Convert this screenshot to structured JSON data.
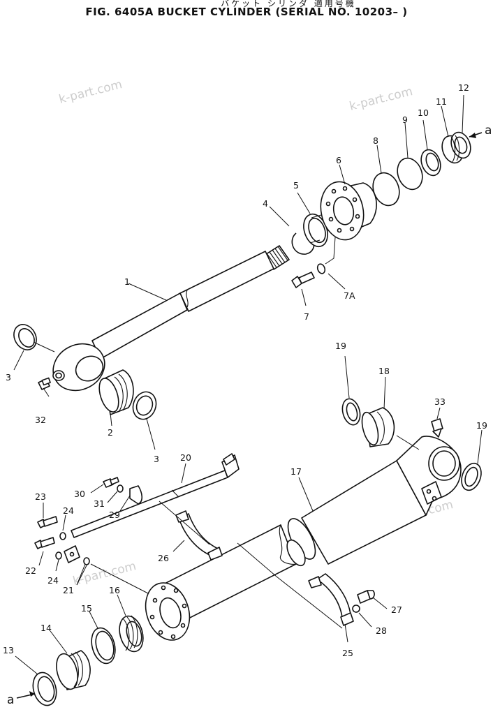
{
  "title_jp": "バケット シリンダ 適用号機",
  "title_en": "FIG. 6405A   BUCKET CYLINDER  (SERIAL  NO. 10203– )",
  "watermark": "k-part.com",
  "callouts": {
    "p1": "1",
    "p2": "2",
    "p3a": "3",
    "p3b": "3",
    "p4": "4",
    "p5": "5",
    "p6": "6",
    "p7": "7",
    "p7a": "7A",
    "p8": "8",
    "p9": "9",
    "p10": "10",
    "p11": "11",
    "p12": "12",
    "p13": "13",
    "p14": "14",
    "p15": "15",
    "p16": "16",
    "p17": "17",
    "p18": "18",
    "p19a": "19",
    "p19b": "19",
    "p20": "20",
    "p21": "21",
    "p22": "22",
    "p23": "23",
    "p24a": "24",
    "p24b": "24",
    "p25": "25",
    "p26": "26",
    "p27": "27",
    "p28": "28",
    "p29": "29",
    "p30": "30",
    "p31": "31",
    "p32": "32",
    "p33": "33"
  },
  "connector_label_top": "a",
  "connector_label_bottom": "a"
}
